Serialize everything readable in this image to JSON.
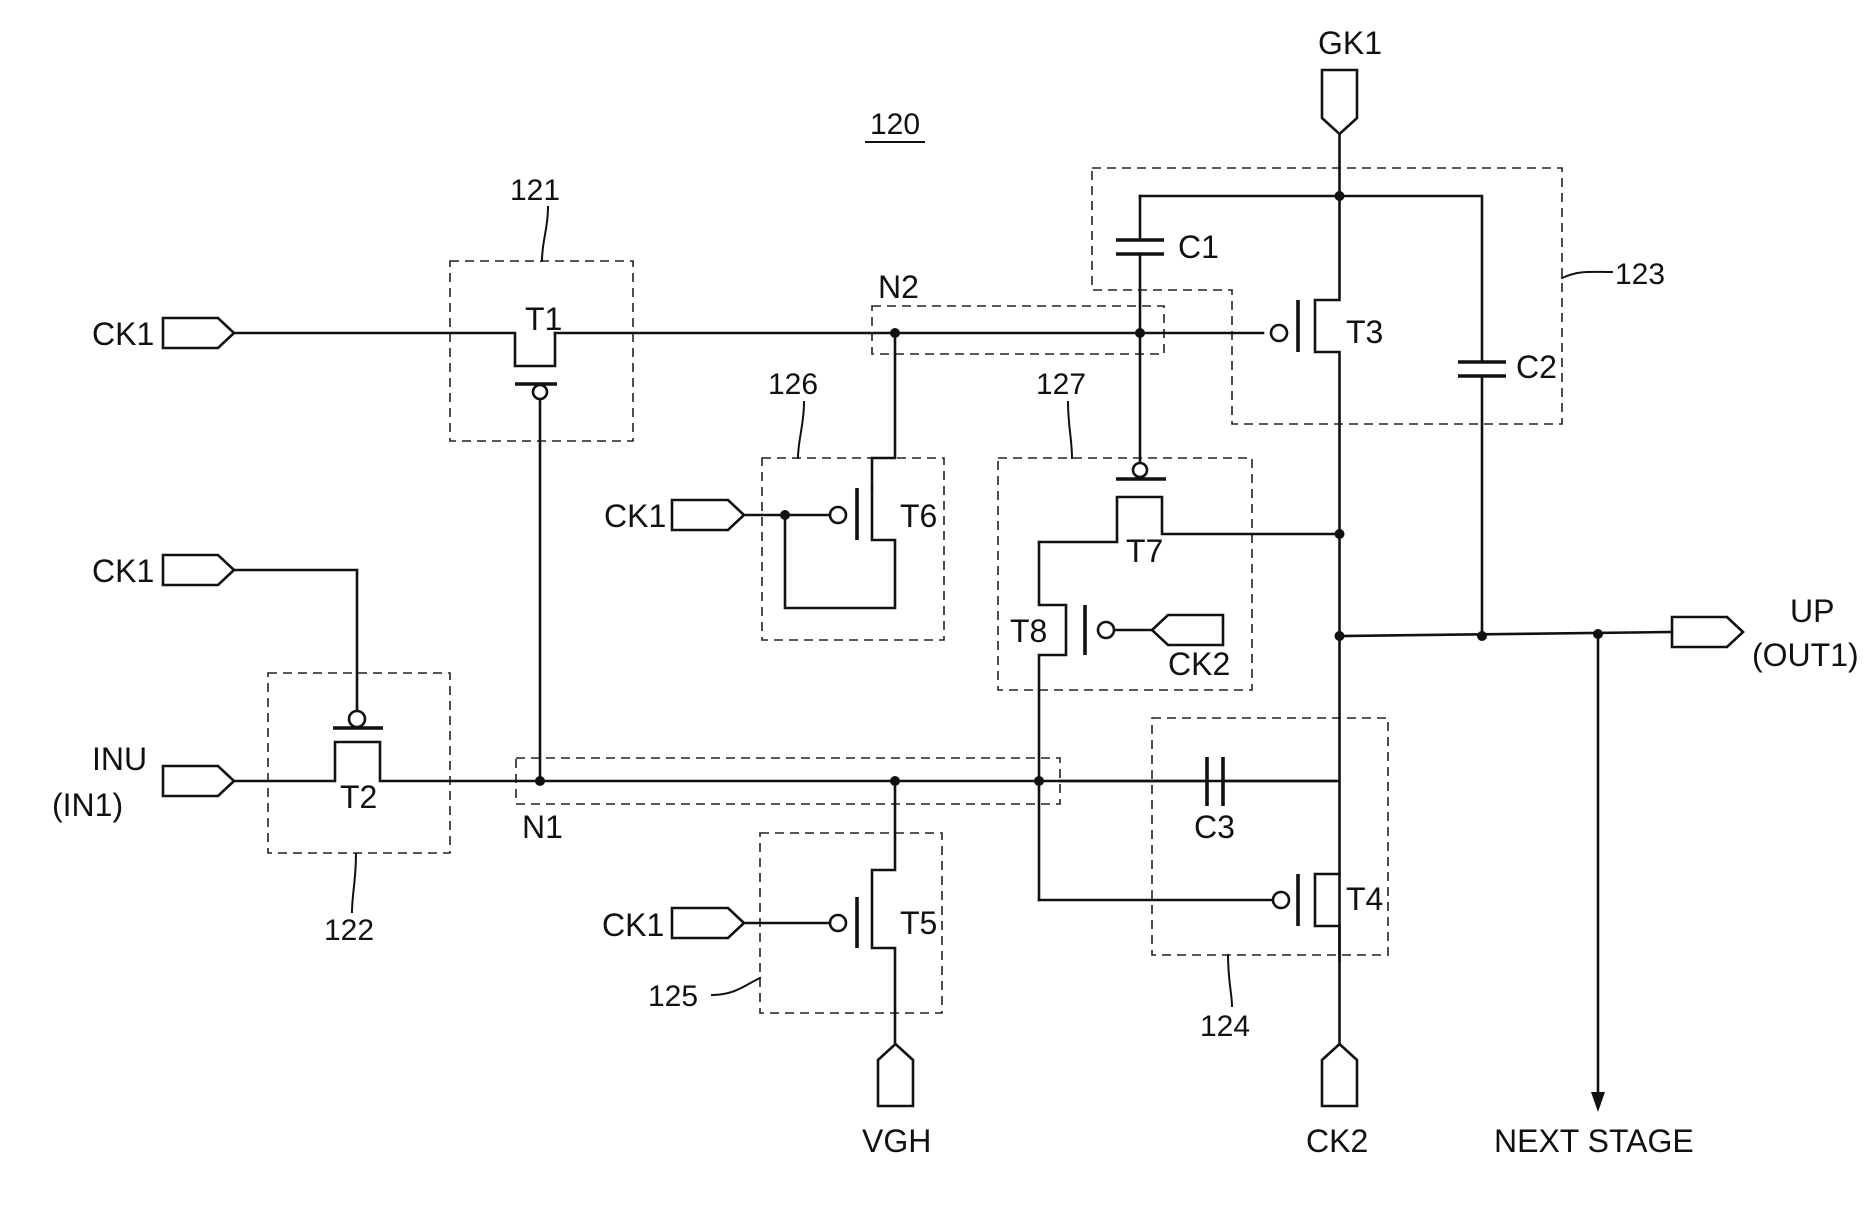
{
  "figure": {
    "ref": "120",
    "inputs": {
      "ck1_a": "CK1",
      "ck1_b": "CK1",
      "ck1_c": "CK1",
      "ck1_d": "CK1",
      "inu": "INU",
      "in1": "(IN1)",
      "gk1": "GK1",
      "ck2_top": "CK2",
      "ck2_bottom": "CK2",
      "vgh": "VGH"
    },
    "outputs": {
      "up": "UP",
      "out1": "(OUT1)",
      "next_stage": "NEXT STAGE"
    },
    "nodes": {
      "n1": "N1",
      "n2": "N2"
    },
    "transistors": {
      "t1": "T1",
      "t2": "T2",
      "t3": "T3",
      "t4": "T4",
      "t5": "T5",
      "t6": "T6",
      "t7": "T7",
      "t8": "T8"
    },
    "capacitors": {
      "c1": "C1",
      "c2": "C2",
      "c3": "C3"
    },
    "blocks": {
      "b121": "121",
      "b122": "122",
      "b123": "123",
      "b124": "124",
      "b125": "125",
      "b126": "126",
      "b127": "127"
    }
  }
}
